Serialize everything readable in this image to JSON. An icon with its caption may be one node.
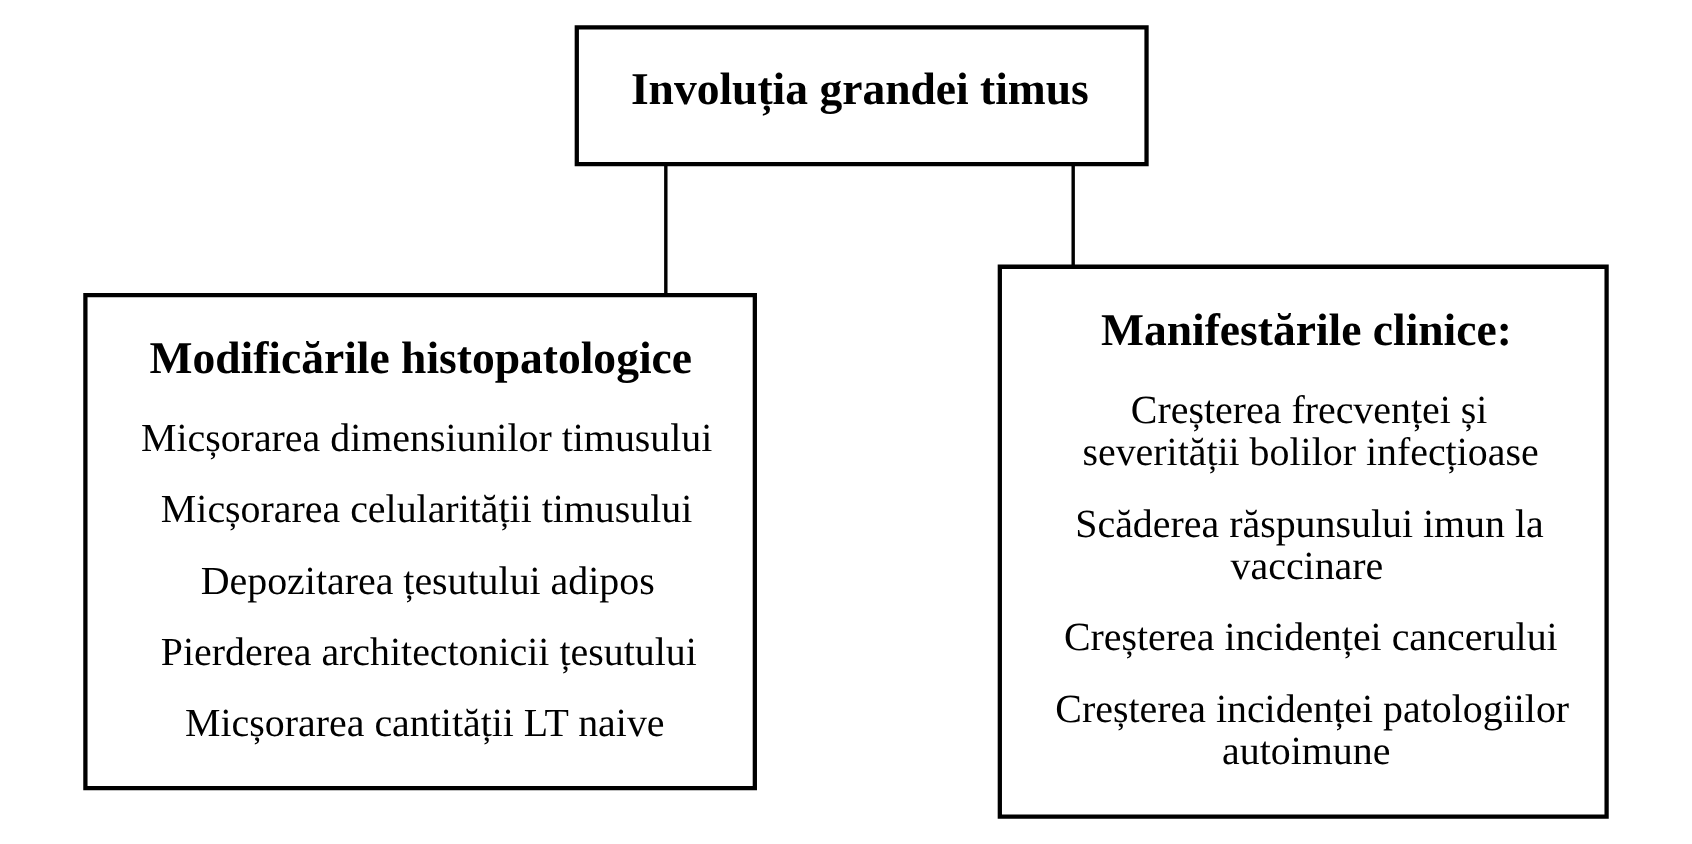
{
  "diagram": {
    "nodes": [
      {
        "text": [
          "Involuția grandei timus"
        ]
      },
      {
        "text": [
          "Modificările histopatologice",
          "Micșorarea dimensiunilor timusului",
          "Micșorarea celularității timusului",
          "Depozitarea țesutului adipos",
          "Pierderea architectonicii țesutului",
          "Micșorarea cantității LT naive"
        ]
      },
      {
        "text": [
          "Manifestările clinice:",
          "Creșterea frecvenței și severității bolilor infecțioase",
          "Scăderea răspunsului imun la vaccinare",
          "Creșterea incidenței cancerului",
          "Creșterea incidenței patologiilor autoimune"
        ]
      }
    ],
    "edges": [
      {
        "from": 0,
        "to": 1,
        "arrow": "none"
      },
      {
        "from": 0,
        "to": 2,
        "arrow": "none"
      }
    ]
  }
}
